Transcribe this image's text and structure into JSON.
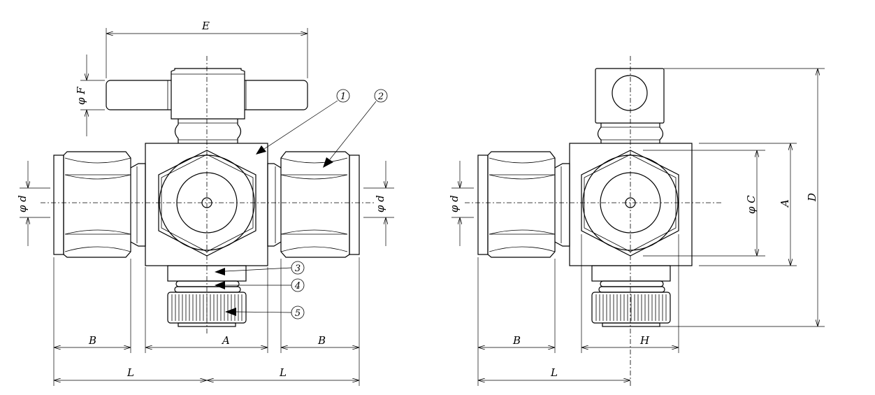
{
  "dimensions": {
    "A": "A",
    "B": "B",
    "C": "φ C",
    "D": "D",
    "E": "E",
    "F": "φ F",
    "H": "H",
    "L": "L",
    "d": "φ d"
  },
  "callouts": [
    "1",
    "2",
    "3",
    "4",
    "5"
  ]
}
